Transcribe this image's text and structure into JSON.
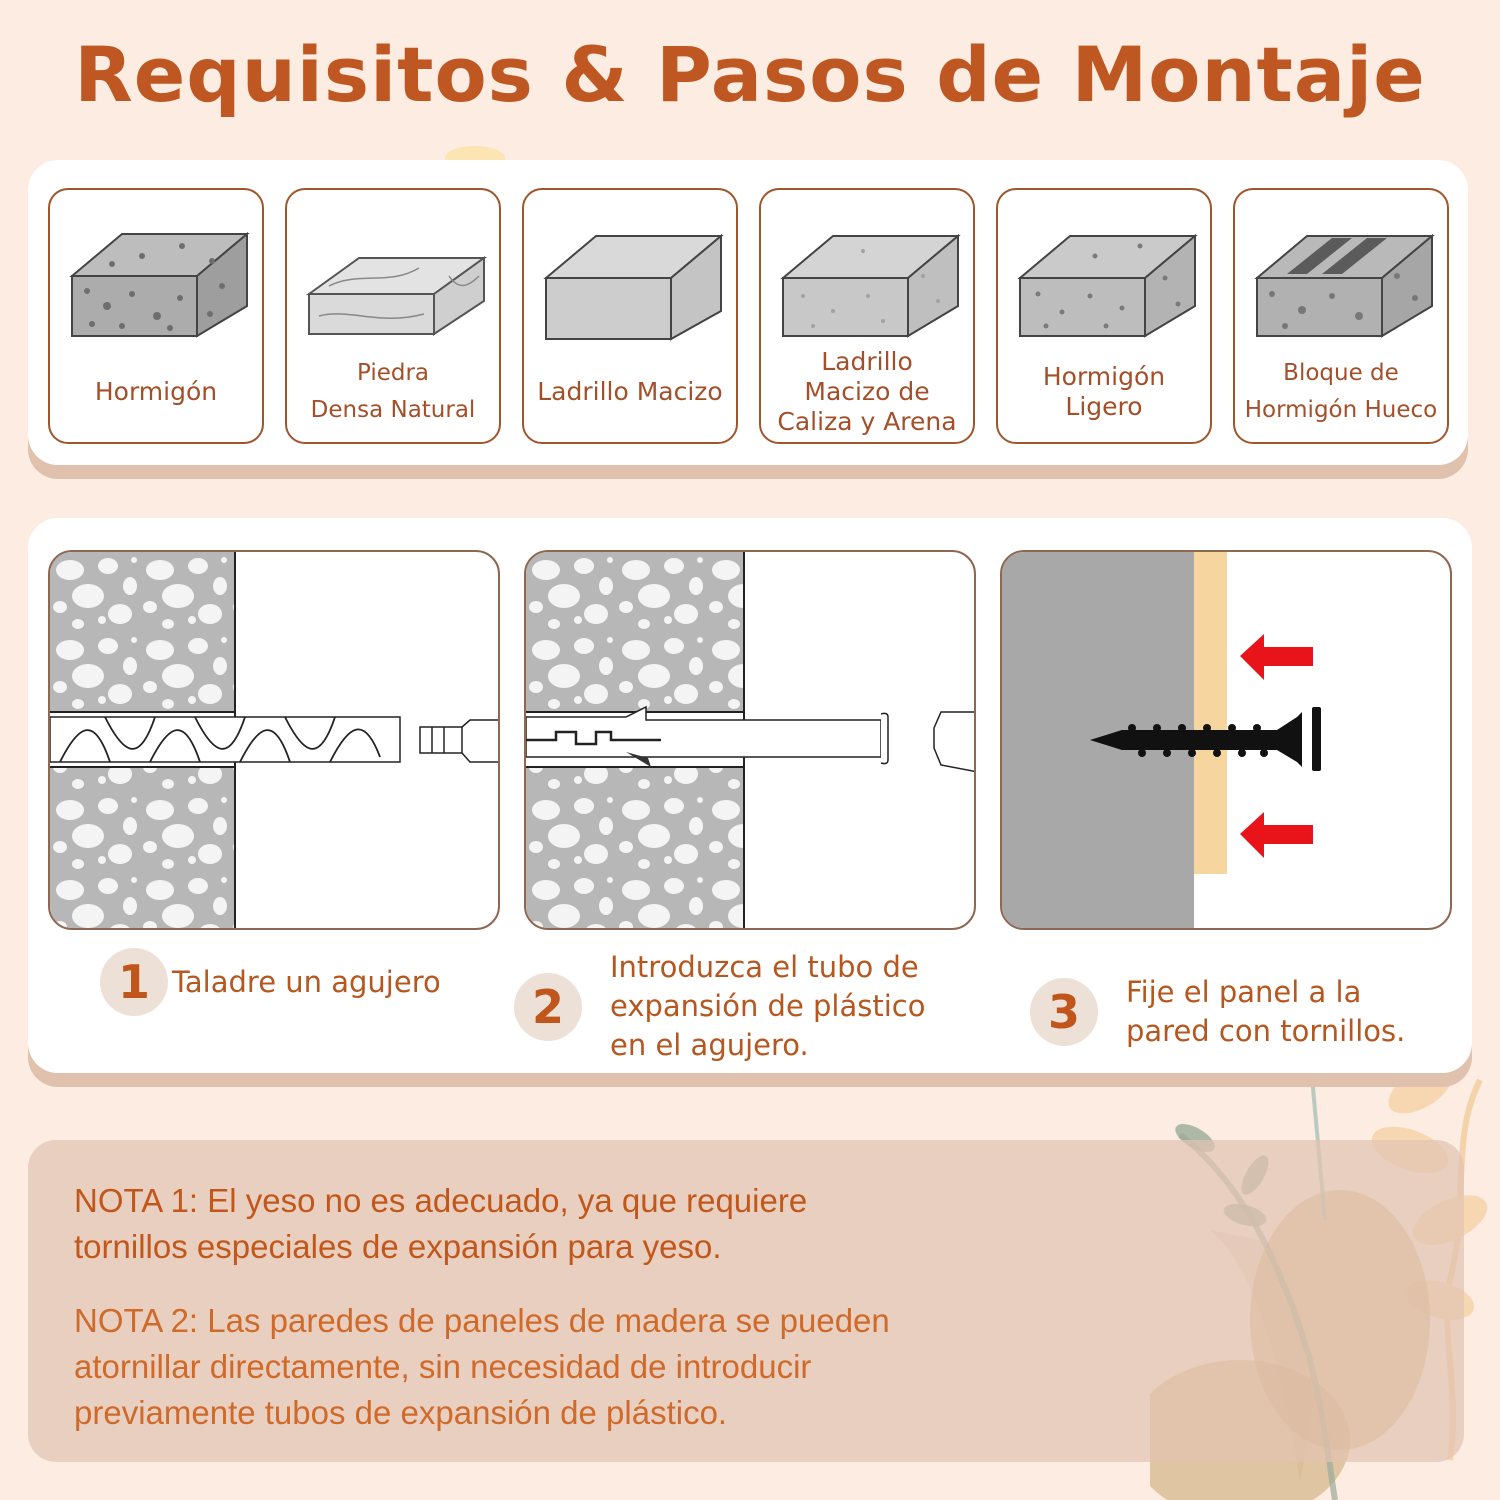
{
  "header": {
    "title": "Requisitos & Pasos de Montaje"
  },
  "materials": {
    "items": [
      {
        "label_lines": [
          "Hormigón"
        ],
        "icon": "concrete-block-icon"
      },
      {
        "label_lines": [
          "Piedra",
          "Densa Natural"
        ],
        "icon": "natural-stone-block-icon"
      },
      {
        "label_lines": [
          "Ladrillo Macizo"
        ],
        "icon": "solid-brick-icon"
      },
      {
        "label_lines": [
          "Ladrillo",
          "Macizo de",
          "Caliza y Arena"
        ],
        "icon": "sand-lime-brick-icon"
      },
      {
        "label_lines": [
          "Hormigón",
          "Ligero"
        ],
        "icon": "lightweight-concrete-block-icon"
      },
      {
        "label_lines": [
          "Bloque de",
          "Hormigón Hueco"
        ],
        "icon": "hollow-concrete-block-icon"
      }
    ]
  },
  "steps": {
    "items": [
      {
        "number": "1",
        "text_lines": [
          "Taladre un agujero"
        ],
        "illustration": "drill-bit-in-concrete"
      },
      {
        "number": "2",
        "text_lines": [
          "Introduzca el tubo de",
          "expansión de plástico",
          "en el agujero."
        ],
        "illustration": "plastic-anchor-in-concrete"
      },
      {
        "number": "3",
        "text_lines": [
          "Fije el panel a la",
          "pared con tornillos."
        ],
        "illustration": "screw-panel-to-wall"
      }
    ]
  },
  "notes": {
    "items": [
      {
        "lines": [
          "NOTA 1: El yeso no es adecuado, ya que requiere",
          "tornillos especiales de expansión para yeso."
        ]
      },
      {
        "lines": [
          "NOTA 2: Las paredes de paneles de madera se pueden",
          "atornillar directamente, sin necesidad de introducir",
          "previamente tubos de expansión de plástico."
        ]
      }
    ]
  },
  "colors": {
    "background": "#fcece1",
    "title": "#bf5722",
    "card_border": "#a0552b",
    "step_number_bg": "#ede0d6",
    "arrow_red": "#e8141a",
    "wall_gray": "#a8a8a8",
    "panel_wood": "#f7d59e"
  }
}
